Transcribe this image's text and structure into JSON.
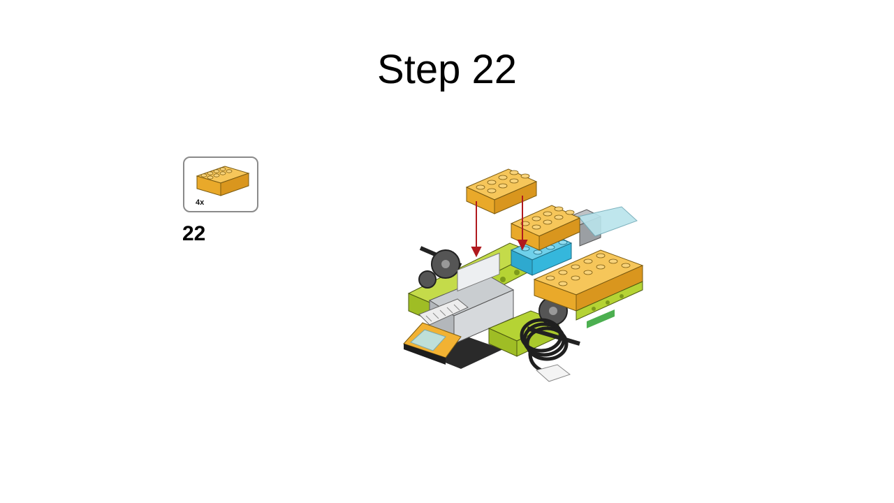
{
  "slide": {
    "title": "Step 22"
  },
  "parts_callout": {
    "quantity": "4x",
    "part_icon": "yellow-2x4-brick-icon",
    "part_color": "#F2B233"
  },
  "step_number": "22",
  "assembly_image": {
    "icon": "lego-robot-assembly-illustration",
    "arrow_color": "#B0191E",
    "colors": {
      "yellow": "#F2B233",
      "lime": "#B5D334",
      "azure": "#35B7DC",
      "gray": "#9B9FA3",
      "dark": "#2A2A2A",
      "trans_light_blue": "#B9E4EC",
      "green": "#4CAF50"
    }
  }
}
